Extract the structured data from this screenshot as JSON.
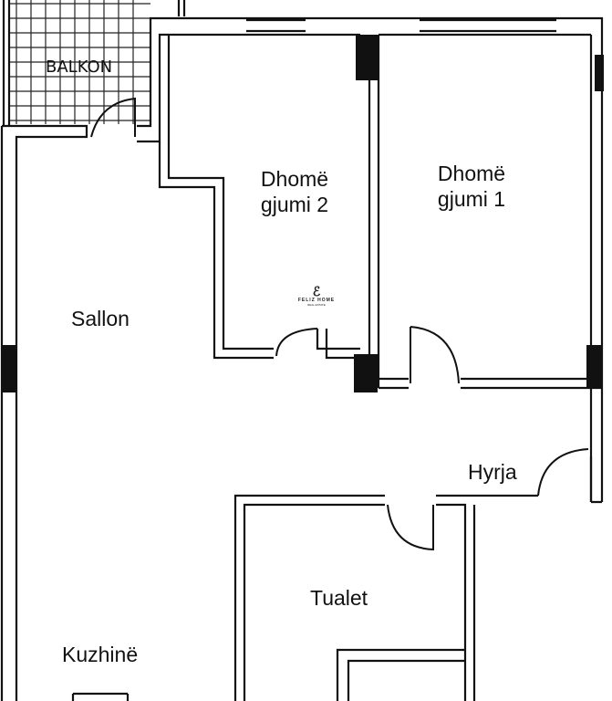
{
  "rooms": {
    "balcony": "BALKON",
    "bedroom2_line1": "Dhomë",
    "bedroom2_line2": "gjumi 2",
    "bedroom1_line1": "Dhomë",
    "bedroom1_line2": "gjumi 1",
    "living": "Sallon",
    "entrance": "Hyrja",
    "toilet": "Tualet",
    "kitchen": "Kuzhinë"
  },
  "watermark": {
    "name": "FELIZ HOME",
    "tagline": "REAL ESTATE"
  },
  "colors": {
    "wall": "#111111",
    "background": "#ffffff"
  }
}
